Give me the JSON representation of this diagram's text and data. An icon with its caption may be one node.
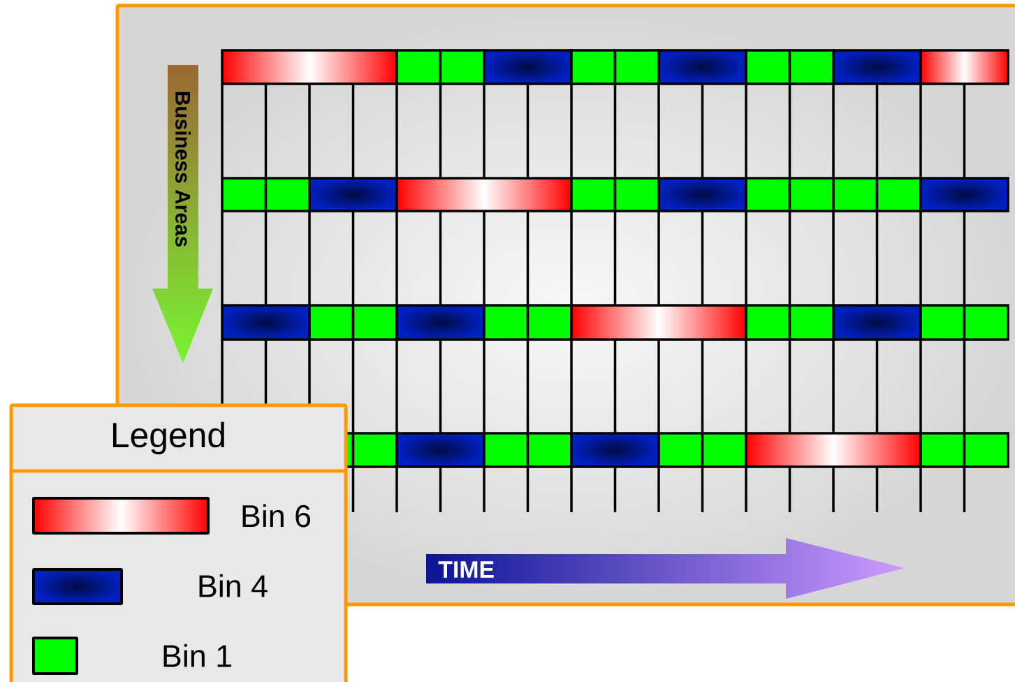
{
  "diagram": {
    "labels": [
      "Business Areas",
      "TIME",
      "Legend"
    ],
    "legend": [
      {
        "text": "Bin 6",
        "color": "#ff0000"
      },
      {
        "text": "Bin 4",
        "color": "#0020c0"
      },
      {
        "text": "Bin 1",
        "color": "#00ff00"
      }
    ]
  }
}
